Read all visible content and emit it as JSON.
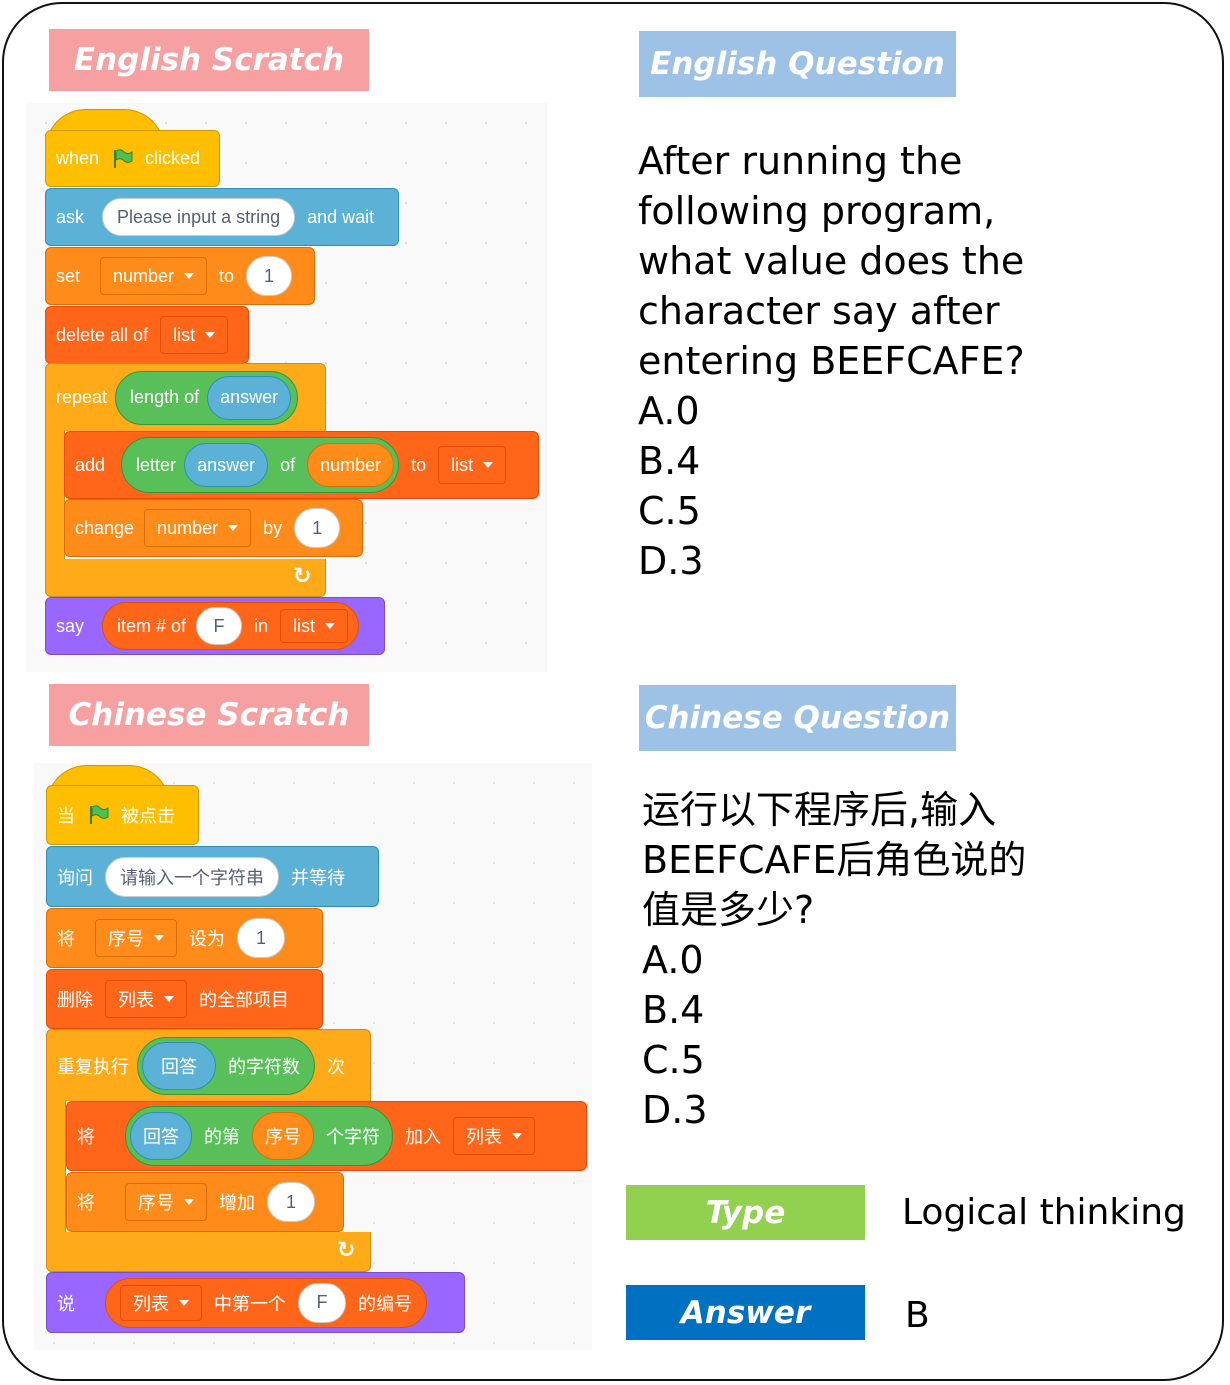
{
  "labels": {
    "english_scratch": "English Scratch",
    "english_question": "English Question",
    "chinese_scratch": "Chinese Scratch",
    "chinese_question": "Chinese Question",
    "type": "Type",
    "answer": "Answer"
  },
  "english_question": {
    "lines": [
      "After running the",
      "following program,",
      "what value does the",
      "character say after",
      "entering BEEFCAFE?"
    ],
    "options": [
      "A.0",
      "B.4",
      "C.5",
      "D.3"
    ]
  },
  "chinese_question": {
    "lines": [
      "运行以下程序后,输入",
      "BEEFCAFE后角色说的",
      "值是多少?"
    ],
    "options": [
      "A.0",
      "B.4",
      "C.5",
      "D.3"
    ]
  },
  "type_value": "Logical thinking",
  "answer_value": "B",
  "english_blocks": {
    "when": "when",
    "clicked": "clicked",
    "ask": "ask",
    "ask_input": "Please input a string",
    "and_wait": "and wait",
    "set": "set",
    "set_var": "number",
    "to": "to",
    "set_value": "1",
    "delete_all_of": "delete all of",
    "delete_list": "list",
    "repeat": "repeat",
    "length_of": "length of",
    "answer": "answer",
    "add": "add",
    "letter": "letter",
    "letter_answer": "answer",
    "of": "of",
    "letter_number": "number",
    "add_to": "to",
    "add_list": "list",
    "change": "change",
    "change_var": "number",
    "by": "by",
    "change_value": "1",
    "say": "say",
    "item_of": "item # of",
    "item_value": "F",
    "in": "in",
    "in_list": "list"
  },
  "chinese_blocks": {
    "when": "当",
    "clicked": "被点击",
    "ask": "询问",
    "ask_input": "请输入一个字符串",
    "and_wait": "并等待",
    "set": "将",
    "set_var": "序号",
    "to": "设为",
    "set_value": "1",
    "delete": "删除",
    "delete_list": "列表",
    "all_items": "的全部项目",
    "repeat": "重复执行",
    "answer": "回答",
    "length": "的字符数",
    "times": "次",
    "add": "将",
    "letter_answer": "回答",
    "of": "的第",
    "letter_number": "序号",
    "char": "个字符",
    "add_to": "加入",
    "add_list": "列表",
    "change": "将",
    "change_var": "序号",
    "by": "增加",
    "change_value": "1",
    "say": "说",
    "in_list": "列表",
    "first": "中第一个",
    "item_value": "F",
    "index": "的编号"
  },
  "colors": {
    "tag_pink": "#f7a0a2",
    "tag_blue": "#9ec2e6",
    "tag_green": "#92d050",
    "tag_dark_blue": "#0070c0",
    "events": "#ffbf00",
    "sensing": "#5cb1d6",
    "variables": "#ff8c1a",
    "lists": "#ff661a",
    "control": "#ffab19",
    "looks": "#9966ff",
    "operators": "#59c059"
  }
}
